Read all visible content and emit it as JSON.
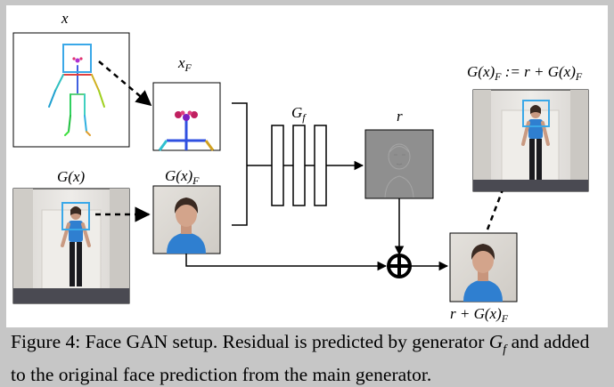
{
  "labels": {
    "x": "x",
    "x_f_main": "x",
    "x_f_sub": "F",
    "g_x": "G(x)",
    "g_x_f_main": "G(x)",
    "g_x_f_sub": "F",
    "g_f_main": "G",
    "g_f_sub": "f",
    "r": "r",
    "r_plus_main": "r + G(x)",
    "r_plus_sub": "F",
    "result_lhs_main": "G(x)",
    "result_lhs_sub": "F",
    "result_op": " := r + G(x)",
    "result_rhs_sub": "F"
  },
  "caption": {
    "prefix": "Figure 4: Face GAN setup. Residual is predicted by generator ",
    "gf_main": "G",
    "gf_sub": "f",
    "suffix": " and added to the original face prediction from the main generator."
  },
  "colors": {
    "box_highlight": "#3aa8e8",
    "shirt": "#2f7fd0",
    "residual_gray": "#8f8f8f",
    "wall": "#e7e5e2",
    "floor": "#4a4a52"
  }
}
